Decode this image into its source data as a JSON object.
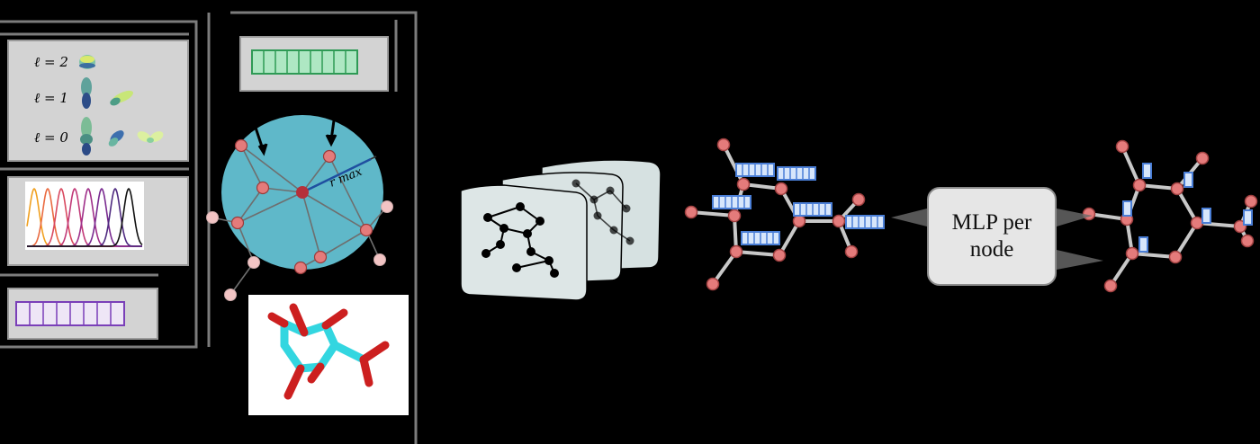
{
  "harmonics": {
    "rows": [
      {
        "label": "ℓ = 2"
      },
      {
        "label": "ℓ = 1"
      },
      {
        "label": "ℓ = 0"
      }
    ]
  },
  "neighborhood": {
    "cutoff_label": "r max"
  },
  "mlp": {
    "line1": "MLP per",
    "line2": "node"
  },
  "colors": {
    "sphere": "#5fb8c9",
    "atom": "#e47b7b",
    "center_atom": "#b5303a",
    "feature_blue": "#4a7ed6",
    "feature_green": "#2e9a55",
    "feature_purple": "#7a3fb8",
    "molecule_cyan": "#33d6e0",
    "molecule_red": "#cc1f1f"
  }
}
